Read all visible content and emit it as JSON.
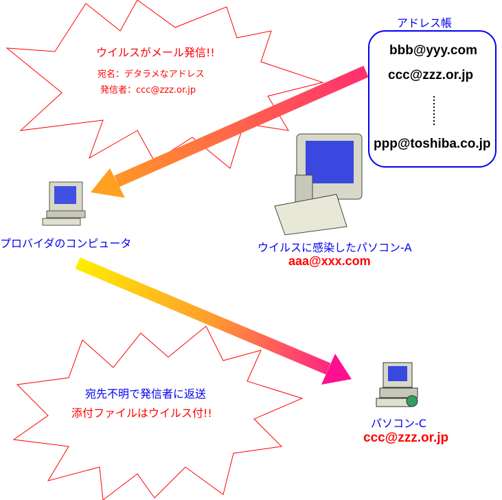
{
  "burst_top": {
    "title": "ウイルスがメール発信!!",
    "to_line": "宛名：デタラメなアドレス",
    "from_line": "発信者：ccc@zzz.or.jp"
  },
  "address_book": {
    "title": "アドレス帳",
    "entries": [
      "bbb@yyy.com",
      "ccc@zzz.or.jp",
      "ppp@toshiba.co.jp"
    ]
  },
  "provider": {
    "label": "プロバイダのコンピュータ"
  },
  "pc_a": {
    "label": "ウイルスに感染したパソコン-A",
    "email": "aaa@xxx.com"
  },
  "pc_c": {
    "label": "パソコン-C",
    "email": "ccc@zzz.or.jp"
  },
  "burst_bottom": {
    "line1": "宛先不明で発信者に返送",
    "line2": "添付ファイルはウイルス付!!"
  },
  "colors": {
    "blue": "#0000ee",
    "red": "#ff0000",
    "arrow_pink": "#ff2a80",
    "arrow_orange": "#ffa020",
    "arrow_yellow": "#ffee00"
  }
}
